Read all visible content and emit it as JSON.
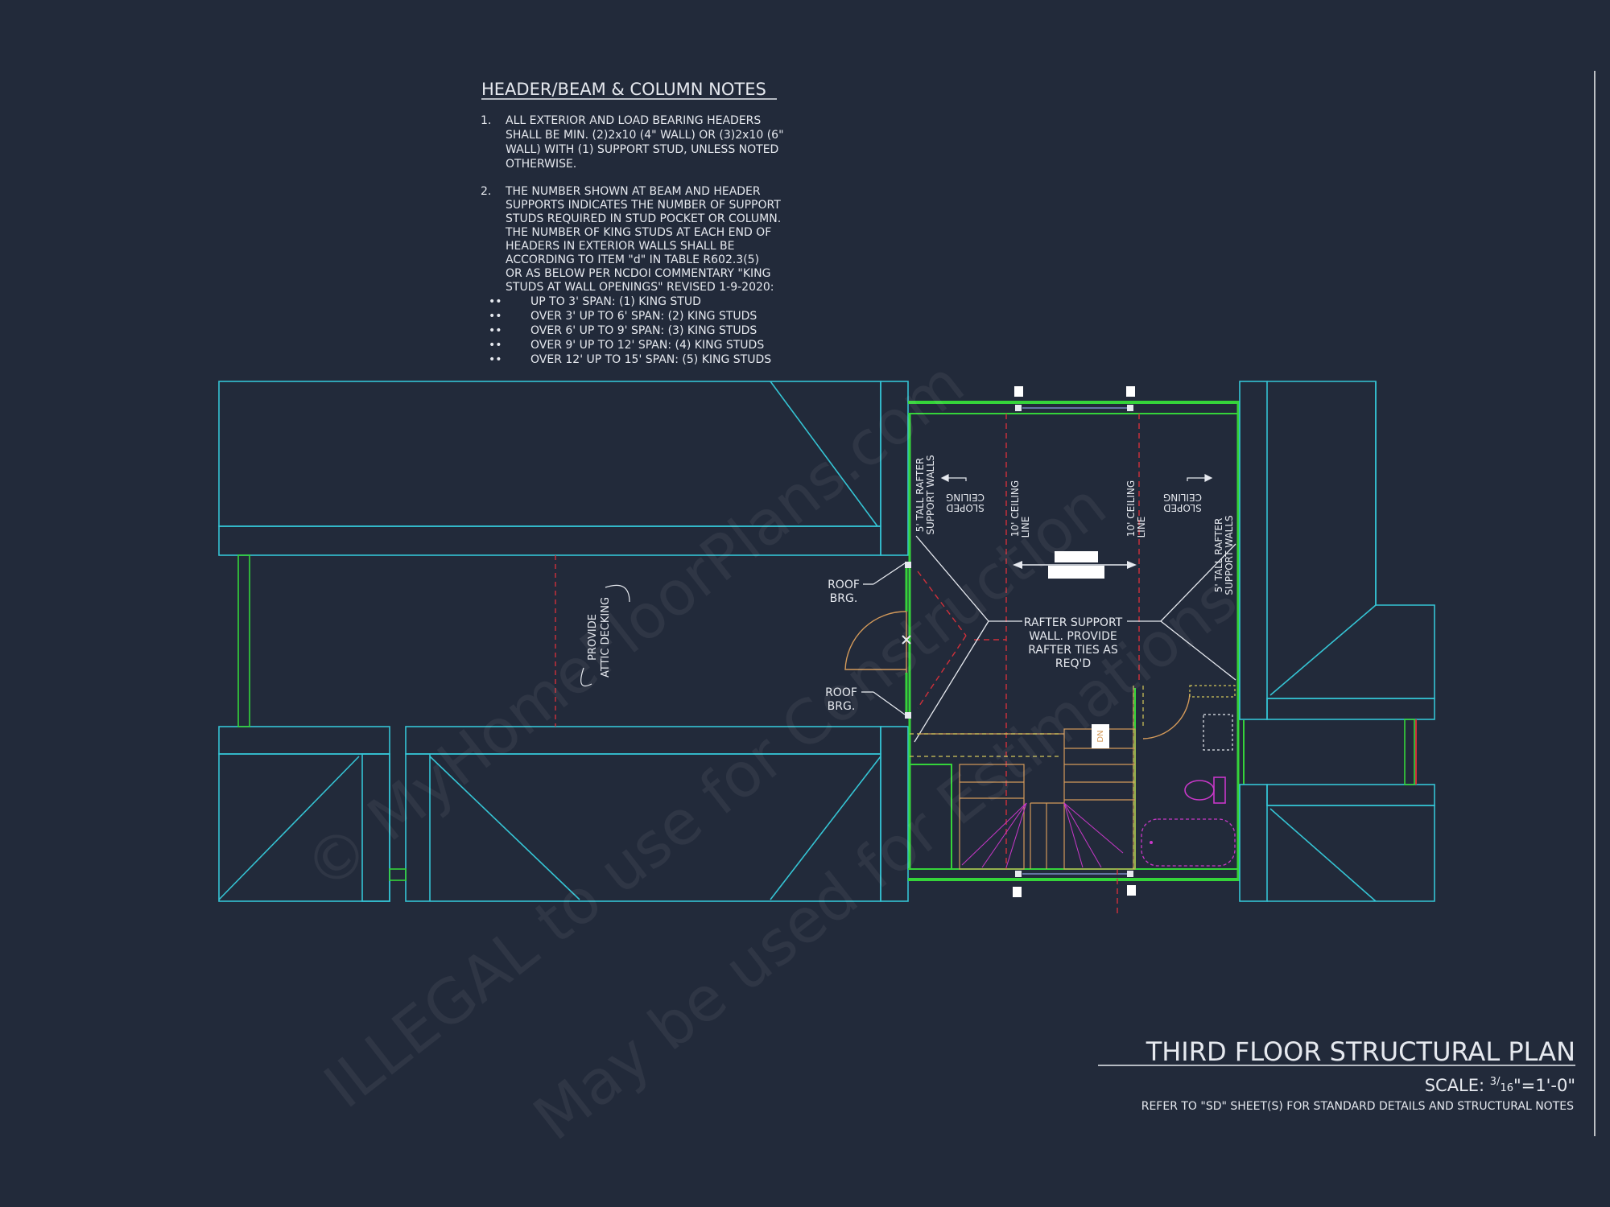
{
  "notes": {
    "title": "HEADER/BEAM & COLUMN NOTES",
    "item1_num": "1.",
    "item1_lines": [
      "ALL EXTERIOR AND LOAD BEARING HEADERS",
      "SHALL BE MIN. (2)2x10 (4\" WALL) OR (3)2x10 (6\"",
      "WALL) WITH (1) SUPPORT STUD, UNLESS NOTED",
      "OTHERWISE."
    ],
    "item2_num": "2.",
    "item2_lines": [
      "THE NUMBER SHOWN AT BEAM AND HEADER",
      "SUPPORTS INDICATES THE NUMBER OF SUPPORT",
      "STUDS REQUIRED IN STUD POCKET OR COLUMN.",
      "THE NUMBER OF KING STUDS AT EACH END OF",
      "HEADERS IN EXTERIOR WALLS SHALL BE",
      "ACCORDING TO ITEM \"d\" IN TABLE R602.3(5)",
      "OR AS BELOW PER NCDOI COMMENTARY \"KING",
      "STUDS AT WALL OPENINGS\" REVISED 1-9-2020:"
    ],
    "bullet": "••",
    "bullets": [
      "UP TO 3' SPAN: (1) KING STUD",
      "OVER 3' UP TO 6' SPAN: (2) KING STUDS",
      "OVER 6' UP TO 9' SPAN: (3) KING STUDS",
      "OVER 9' UP TO 12' SPAN: (4) KING STUDS",
      "OVER 12' UP TO 15' SPAN: (5) KING STUDS"
    ]
  },
  "plan": {
    "roof_brg_upper": [
      "ROOF",
      "BRG."
    ],
    "roof_brg_lower": [
      "ROOF",
      "BRG."
    ],
    "attic_decking": [
      "PROVIDE",
      "ATTIC DECKING"
    ],
    "rafter_support": [
      "RAFTER SUPPORT",
      "WALL. PROVIDE",
      "RAFTER TIES AS",
      "REQ'D"
    ],
    "rafter_walls_left": [
      "5' TALL RAFTER",
      "SUPPORT WALLS"
    ],
    "rafter_walls_right": [
      "5' TALL RAFTER",
      "SUPPORT WALLS"
    ],
    "sloped_left": [
      "SLOPED",
      "CEILING"
    ],
    "sloped_right": [
      "SLOPED",
      "CEILING"
    ],
    "ceiling_left": [
      "10' CEILING",
      "LINE"
    ],
    "ceiling_right": [
      "10' CEILING",
      "LINE"
    ],
    "stair_dn": "DN"
  },
  "title_block": {
    "title": "THIRD FLOOR STRUCTURAL PLAN",
    "scale_prefix": "SCALE: ",
    "scale_num": "3",
    "scale_den": "16",
    "scale_suffix": "\"=1'-0\"",
    "refer": "REFER TO \"SD\" SHEET(S) FOR STANDARD DETAILS AND STRUCTURAL NOTES"
  },
  "watermark": {
    "line1": "© MyHomeFloorPlans.com",
    "line2": "ILLEGAL to use for Construction",
    "line3": "May be used for Estimations"
  },
  "colors": {
    "background": "#222a3a",
    "outline_cyan": "#35c4d4",
    "wall_green": "#35d43a",
    "dim_red": "#d0303a",
    "stair_orange": "#d49a5a",
    "fixture_magenta": "#c838c8",
    "text_white": "#e6e9ef"
  }
}
